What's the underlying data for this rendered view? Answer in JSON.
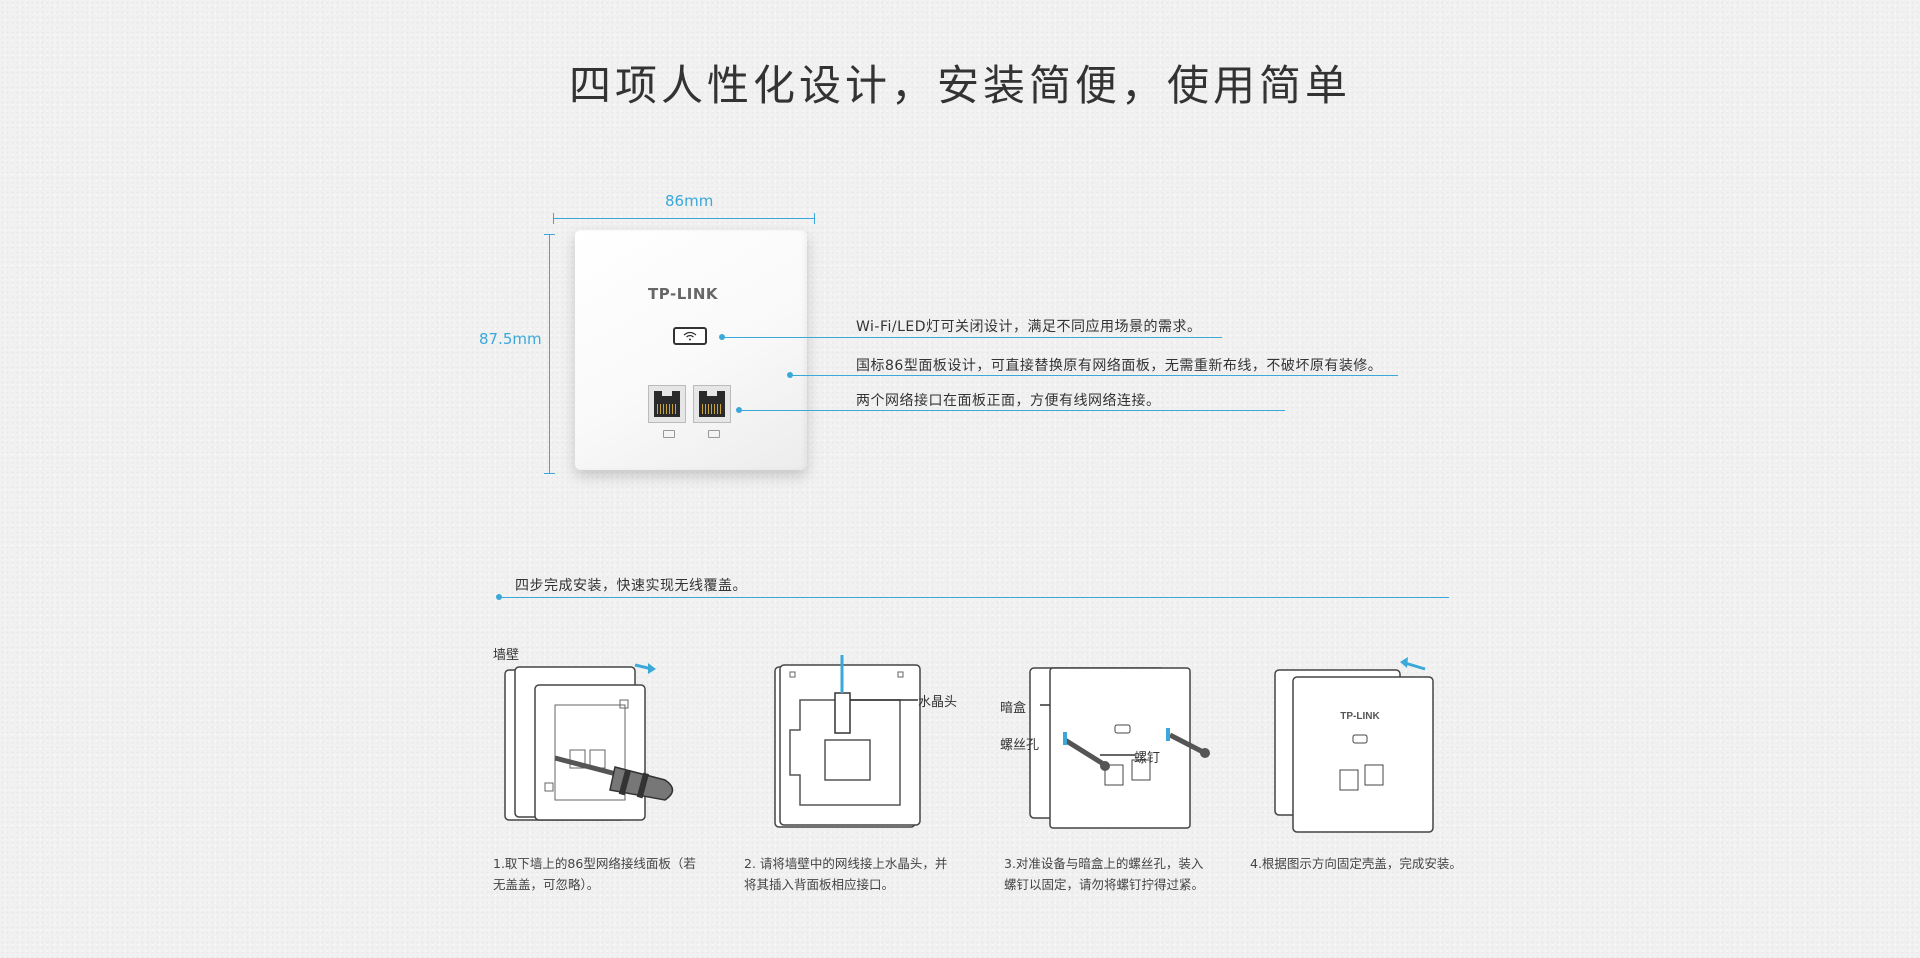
{
  "title": "四项人性化设计，安装简便，使用简单",
  "dimensions": {
    "width_label": "86mm",
    "height_label": "87.5mm"
  },
  "device": {
    "brand": "TP-LINK"
  },
  "callouts": [
    "Wi-Fi/LED灯可关闭设计，满足不同应用场景的需求。",
    "国标86型面板设计，可直接替换原有网络面板，无需重新布线，不破坏原有装修。",
    "两个网络接口在面板正面，方便有线网络连接。"
  ],
  "install": {
    "heading": "四步完成安装，快速实现无线覆盖。",
    "wall_label": "墙壁",
    "crystal_head_label": "水晶头",
    "dark_box_label": "暗盒",
    "screw_hole_label": "螺丝孔",
    "screw_label": "螺钉",
    "steps": [
      {
        "line1": "1.取下墙上的86型网络接线面板（若",
        "line2": "无盖盖，可忽略）。"
      },
      {
        "line1": "2. 请将墙壁中的网线接上水晶头，并",
        "line2": "将其插入背面板相应接口。"
      },
      {
        "line1": "3.对准设备与暗盒上的螺丝孔，装入",
        "line2": "螺钉以固定，请勿将螺钉拧得过紧。"
      },
      {
        "line1": "4.根据图示方向固定壳盖，完成安装。",
        "line2": ""
      }
    ]
  },
  "colors": {
    "accent": "#3aa8d8",
    "text": "#333333"
  }
}
